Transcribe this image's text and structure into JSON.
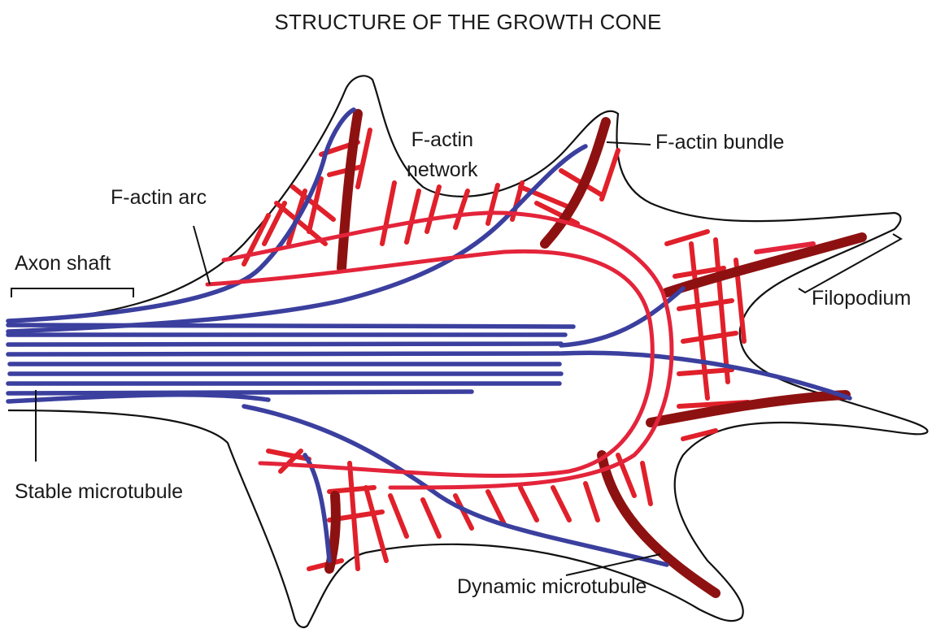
{
  "title": "STRUCTURE OF THE GROWTH CONE",
  "labels": {
    "f_actin_network_line1": "F-actin",
    "f_actin_network_line2": "network",
    "f_actin_arc": "F-actin arc",
    "f_actin_bundle": "F-actin bundle",
    "axon_shaft": "Axon shaft",
    "filopodium": "Filopodium",
    "stable_microtubule": "Stable microtubule",
    "dynamic_microtubule": "Dynamic microtubule"
  },
  "colors": {
    "outline": "#111111",
    "microtubule": "#3b3f9e",
    "actin_bundle": "#8e1111",
    "actin_network": "#e0202a",
    "actin_arc": "#e3243a"
  }
}
